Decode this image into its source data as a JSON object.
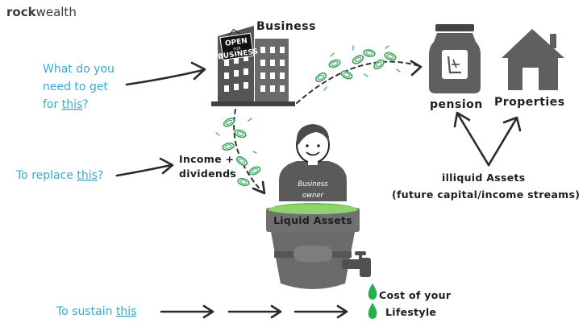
{
  "brand": {
    "bold": "rock",
    "thin": "wealth"
  },
  "questions": {
    "q1_line1": "What do you",
    "q1_line2": "need to get",
    "q1_prefix": "for ",
    "q1_link": "this",
    "q1_suffix": "?",
    "q2_prefix": "To replace ",
    "q2_link": "this",
    "q2_suffix": "?",
    "q3_prefix": "To sustain ",
    "q3_link": "this"
  },
  "labels": {
    "business": "Business",
    "pension": "pension",
    "properties": "Properties",
    "income_line1": "Income +",
    "income_line2": "dividends",
    "owner_line1": "Business",
    "owner_line2": "owner",
    "liquid_assets": "Liquid Assets",
    "illiquid_line1": "illiquid Assets",
    "illiquid_line2": "(future capital/income streams)",
    "cost_line1": "Cost of your",
    "cost_line2": "Lifestyle"
  },
  "sign": {
    "line1": "OPEN",
    "line2": "FOR",
    "line3": "BUSINESS"
  },
  "colors": {
    "accent_blue": "#3ba7d4",
    "coin_green": "#3aa35a",
    "drop_green": "#22b14c",
    "ink": "#1e1e1e",
    "building_gray": "#5a5a5a",
    "bucket_gray": "#6b6b6b",
    "liquid_green": "#6cc24a"
  },
  "icons": [
    "building-icon",
    "open-sign-icon",
    "pension-jar-icon",
    "house-icon",
    "person-icon",
    "bucket-icon",
    "tap-icon",
    "coin-icon",
    "water-drop-icon"
  ]
}
